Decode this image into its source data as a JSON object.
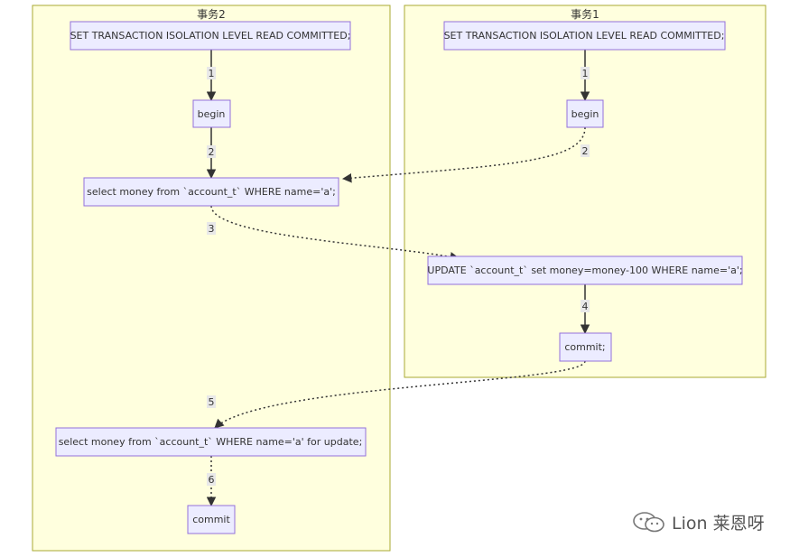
{
  "clusters": {
    "tx2": {
      "title": "事务2"
    },
    "tx1": {
      "title": "事务1"
    }
  },
  "nodes": {
    "t2_set": "SET TRANSACTION ISOLATION LEVEL READ COMMITTED;",
    "t2_begin": "begin",
    "t2_select": "select money from `account_t` WHERE name='a';",
    "t2_select_update": "select money from `account_t` WHERE name='a' for update;",
    "t2_commit": "commit",
    "t1_set": "SET TRANSACTION ISOLATION LEVEL READ COMMITTED;",
    "t1_begin": "begin",
    "t1_update": "UPDATE `account_t` set money=money-100 WHERE name='a';",
    "t1_commit": "commit;"
  },
  "edges": {
    "t2_1": "1",
    "t2_2": "2",
    "t1_1": "1",
    "cross_2": "2",
    "cross_3": "3",
    "t1_4": "4",
    "cross_5": "5",
    "t2_6": "6"
  },
  "watermark": {
    "text": "Lion 莱恩呀"
  },
  "colors": {
    "cluster_fill": "#ffffde",
    "cluster_stroke": "#aaaa33",
    "node_fill": "#ececff",
    "node_stroke": "#9370db",
    "edge": "#333333"
  }
}
